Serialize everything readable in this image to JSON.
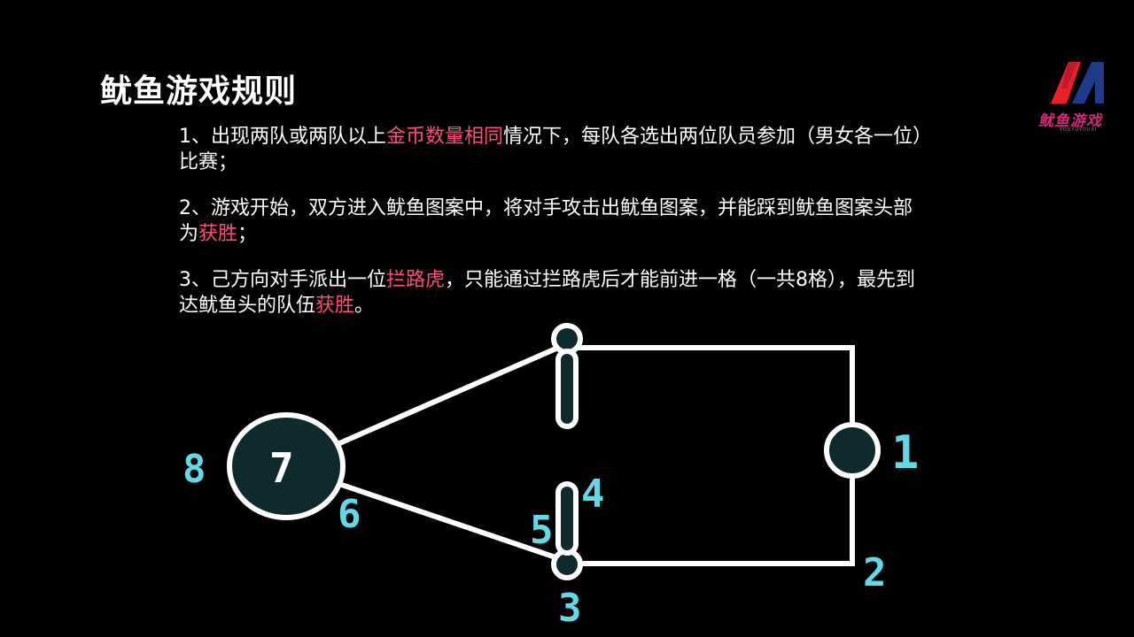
{
  "slide": {
    "title": "鱿鱼游戏规则",
    "logo_text": "鱿鱼游戏",
    "logo_subtext": "YOUYUYOUXI"
  },
  "rules": [
    {
      "segments": [
        {
          "text": "1、出现两队或两队以上",
          "highlight": false
        },
        {
          "text": "金币数量相同",
          "highlight": true
        },
        {
          "text": "情况下，每队各选出两位队员参加（男女各一位）比赛；",
          "highlight": false
        }
      ]
    },
    {
      "segments": [
        {
          "text": "2、游戏开始，双方进入鱿鱼图案中，将对手攻击出鱿鱼图案，并能踩到鱿鱼图案头部为",
          "highlight": false
        },
        {
          "text": "获胜",
          "highlight": true
        },
        {
          "text": "；",
          "highlight": false
        }
      ]
    },
    {
      "segments": [
        {
          "text": "3、己方向对手派出一位",
          "highlight": false
        },
        {
          "text": "拦路虎",
          "highlight": true
        },
        {
          "text": "，只能通过拦路虎后才能前进一格（一共8格），最先到达鱿鱼头的队伍",
          "highlight": false
        },
        {
          "text": "获胜",
          "highlight": true
        },
        {
          "text": "。",
          "highlight": false
        }
      ]
    }
  ],
  "diagram": {
    "labels": [
      "1",
      "2",
      "3",
      "4",
      "5",
      "6",
      "7",
      "8"
    ]
  },
  "colors": {
    "background": "#000000",
    "text": "#ffffff",
    "highlight": "#ff4d73",
    "number": "#64d8e6",
    "node_fill": "#0e2a2c",
    "line": "#ffffff",
    "logo_red": "#e8202a",
    "logo_blue": "#1e3a8a",
    "logo_text": "#d6287c"
  }
}
